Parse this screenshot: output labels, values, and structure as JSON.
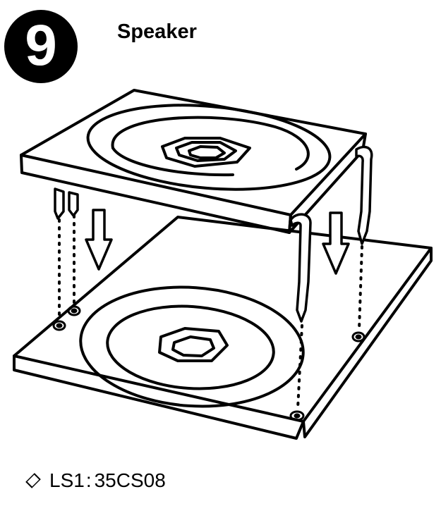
{
  "step": {
    "number": "9",
    "title": "Speaker"
  },
  "part": {
    "ref": "LS1",
    "separator": ":",
    "value": "35CS08",
    "bullet_icon": "diamond-outline-icon"
  },
  "colors": {
    "ink": "#000000",
    "paper": "#ffffff"
  }
}
